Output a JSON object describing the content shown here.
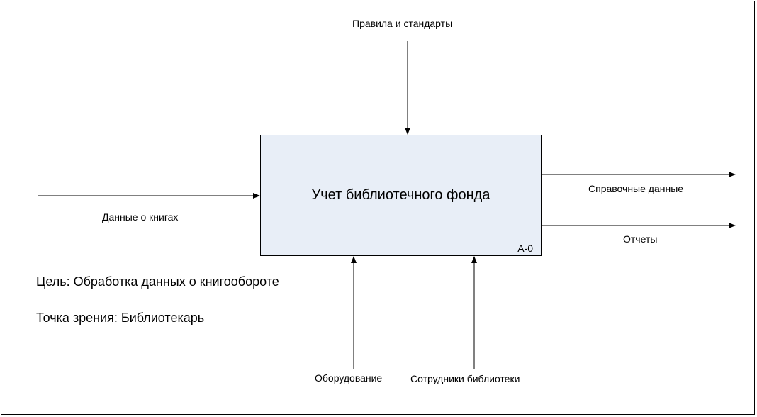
{
  "colors": {
    "box_fill": "#e8eef7",
    "line": "#000000",
    "background": "#ffffff"
  },
  "activity": {
    "title": "Учет библиотечного фонда",
    "node": "А-0"
  },
  "arrows": {
    "control": "Правила и стандарты",
    "input": "Данные о книгах",
    "output_1": "Справочные данные",
    "output_2": "Отчеты",
    "mechanism_1": "Оборудование",
    "mechanism_2": "Сотрудники библиотеки"
  },
  "notes": {
    "purpose": "Цель: Обработка данных о книгообороте",
    "viewpoint": "Точка зрения: Библиотекарь"
  }
}
